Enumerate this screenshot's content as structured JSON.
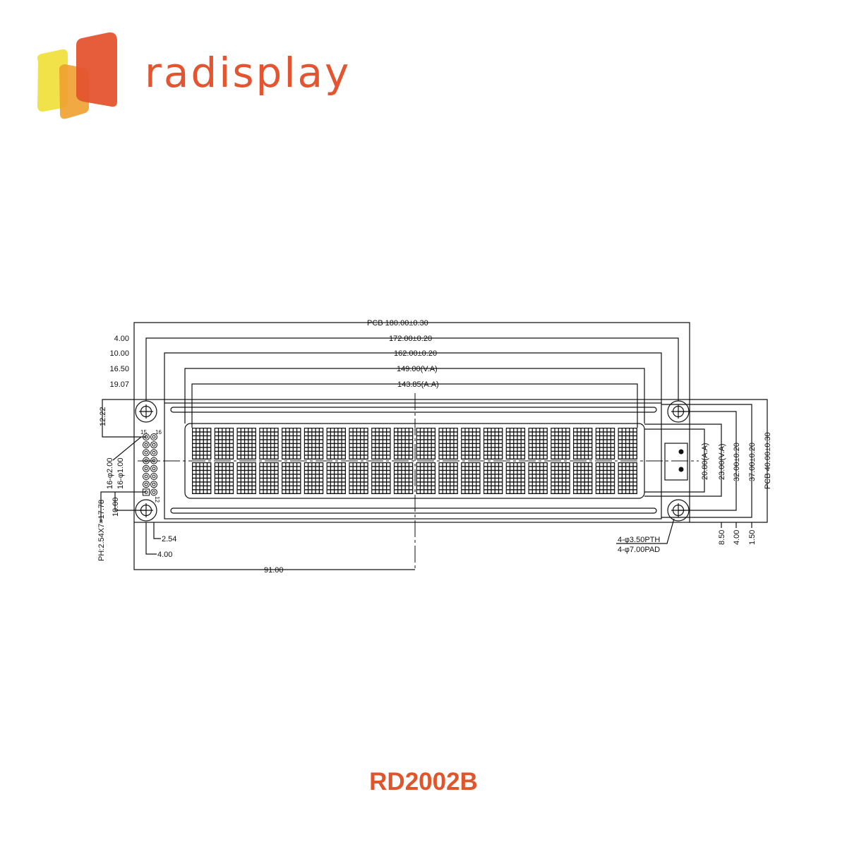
{
  "brand": {
    "name": "radisplay",
    "colors": {
      "primary": "#e4542f",
      "yellow": "#f0e040",
      "amber": "#f0a030"
    }
  },
  "drawing": {
    "top_dims": [
      {
        "offset": "",
        "length": "PCB  180.00±0.30"
      },
      {
        "offset": "4.00",
        "length": "172.00±0.20"
      },
      {
        "offset": "10.00",
        "length": "162.00±0.20"
      },
      {
        "offset": "16.50",
        "length": "149.00(V.A)"
      },
      {
        "offset": "19.07",
        "length": "143.85(A.A)"
      }
    ],
    "right_dims": [
      "20.80(A.A)",
      "23.00(V.A)",
      "32.00±0.20",
      "37.00±0.20",
      "PCB  40.00±0.30"
    ],
    "right_offsets": [
      "8.50",
      "4.00",
      "1.50"
    ],
    "left_dims": {
      "top_offset": "12.22",
      "pin_pad": "16-φ2.00",
      "pin_hole": "16-φ1.00",
      "pin_span": "PH:2.54X7=17.78",
      "bottom_offset": "10.00"
    },
    "bottom_dims": {
      "pin_pitch": "2.54",
      "pin_offset": "4.00",
      "center": "91.00"
    },
    "pin_labels": {
      "top_left": "15",
      "top_right": "16",
      "bottom": "12"
    },
    "holes": {
      "pth": "4-φ3.50PTH",
      "pad": "4-φ7.00PAD"
    },
    "display": {
      "columns": 20,
      "rows": 2,
      "dot_cols": 5,
      "dot_rows": 8
    }
  },
  "model": "RD2002B"
}
